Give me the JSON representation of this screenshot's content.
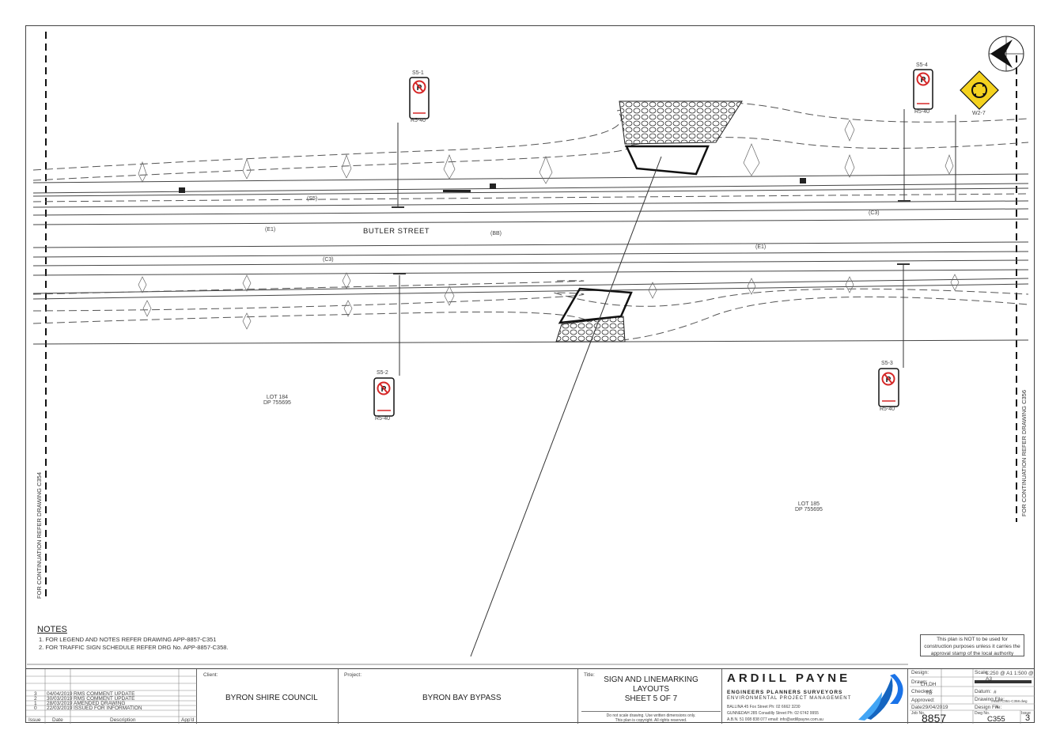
{
  "drawing": {
    "street_name": "BUTLER STREET",
    "line_labels": {
      "s5": "(S5)",
      "c3_top": "(C3)",
      "e1_left": "(E1)",
      "bb": "(BB)",
      "c3_bottom": "(C3)",
      "e1_right": "(E1)"
    },
    "lots": [
      {
        "line1": "LOT 184",
        "line2": "DP 755695"
      },
      {
        "line1": "LOT 185",
        "line2": "DP 755695"
      }
    ],
    "signs": [
      {
        "id": "S5-1",
        "code": "R5-40"
      },
      {
        "id": "S5-4",
        "code": "R5-40"
      },
      {
        "id": "S5-2",
        "code": "R5-40"
      },
      {
        "id": "S5-3",
        "code": "R5-40"
      },
      {
        "code": "W2-7"
      }
    ],
    "continuation_left": "FOR CONTINUATION REFER DRAWING C354",
    "continuation_right": "FOR CONTINUATION REFER DRAWING C356"
  },
  "notes": {
    "title": "NOTES",
    "items": [
      "1.    FOR LEGEND AND NOTES REFER DRAWING APP-8857-C351",
      "2.    FOR TRAFFIC SIGN SCHEDULE REFER DRG No. APP-8857-C358."
    ]
  },
  "warning": {
    "line1": "This plan is NOT to be used for",
    "line2": "construction purposes unless it carries the",
    "line3": "approval stamp of the local authority"
  },
  "revisions": {
    "rows": [
      {
        "issue": "3",
        "date": "04/04/2019",
        "desc": "RMS COMMENT UPDATE"
      },
      {
        "issue": "2",
        "date": "30/03/2019",
        "desc": "RMS COMMENT UPDATE"
      },
      {
        "issue": "1",
        "date": "28/03/2019",
        "desc": "AMENDED DRAWING"
      },
      {
        "issue": "0",
        "date": "22/03/2019",
        "desc": "ISSUED FOR INFORMATION"
      }
    ],
    "headers": {
      "issue": "Issue",
      "date": "Date",
      "desc": "Description",
      "app": "App'd"
    }
  },
  "title_block": {
    "client_label": "Client:",
    "client": "BYRON SHIRE COUNCIL",
    "project_label": "Project:",
    "project": "BYRON BAY BYPASS",
    "title_label": "Title:",
    "title_line1": "SIGN AND LINEMARKING",
    "title_line2": "LAYOUTS",
    "title_line3": "SHEET 5 OF 7",
    "disclaimer1": "Do not scale drawing. Use written dimensions only.",
    "disclaimer2": "This plan is copyright. All rights reserved.",
    "company": "ARDILL PAYNE",
    "company_sub": "ENGINEERS  PLANNERS  SURVEYORS",
    "company_sub2": "ENVIRONMENTAL   PROJECT MANAGEMENT",
    "office1": "BALLINA        45 Fox Street        Ph: 02 6662 3230",
    "office2": "GUNNEDAH       285 Conadilly Street    Ph: 02 6742 9955",
    "abn": "A.B.N. 51 008 838 077          email: info@ardillpayne.com.au",
    "design_label": "Design:",
    "drawn_label": "Drawn:",
    "drawn": "LH,DH",
    "checked_label": "Checked:",
    "checked": "TB",
    "approved_label": "Approved:",
    "date_label": "Date:",
    "date": "29/04/2019",
    "scale_label": "Scale:",
    "scale": "1:250 @ A1  1:500 @ A3",
    "datum_label": "Datum:",
    "datum": "#",
    "drawing_file_label": "Drawing File:",
    "drawing_file": "8857C351-C358.dwg",
    "design_file_label": "Design File:",
    "design_file": "#",
    "job_label": "Job No.",
    "job": "8857",
    "dwg_label": "Dwg No.",
    "dwg": "C355",
    "issue_label": "Issue",
    "issue": "3"
  }
}
